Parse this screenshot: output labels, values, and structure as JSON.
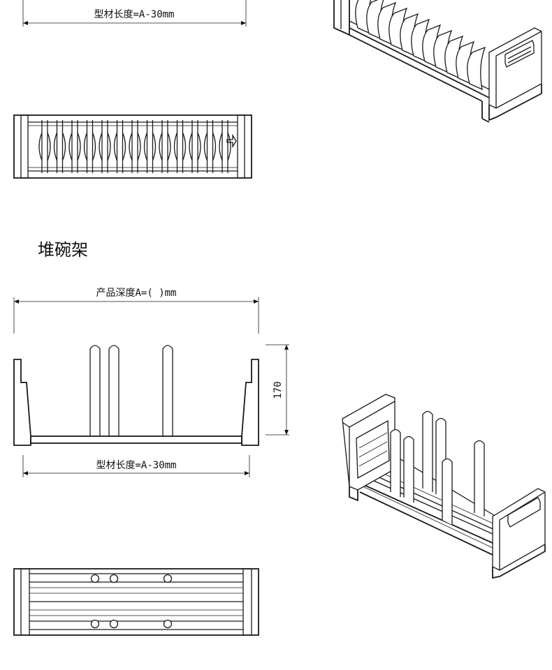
{
  "upper_section": {
    "profile_length_label": "型材长度=A-30mm"
  },
  "bowl_rack_section": {
    "title": "堆碗架",
    "depth_label": "产品深度A=(     )mm",
    "height_label": "170",
    "profile_length_label": "型材长度=A-30mm"
  }
}
